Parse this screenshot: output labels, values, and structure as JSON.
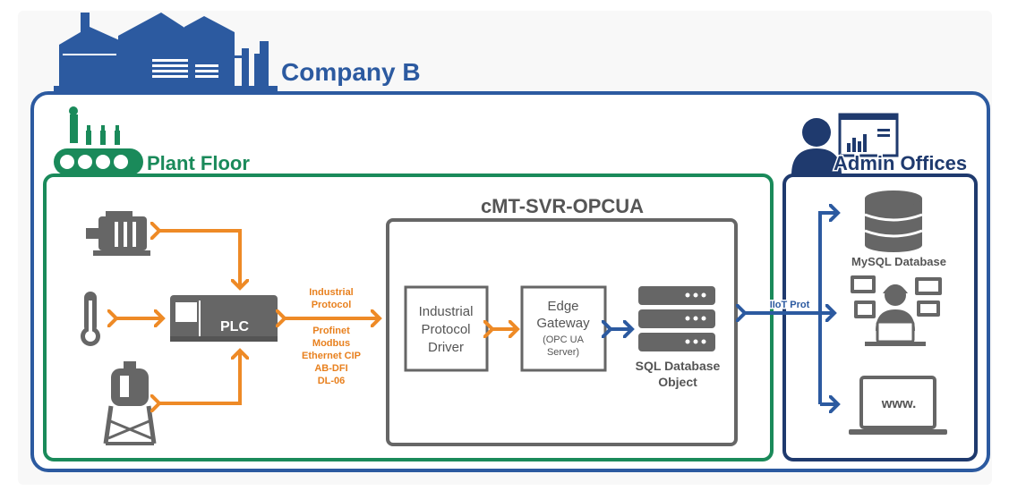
{
  "company": {
    "title": "Company B"
  },
  "plant_floor": {
    "label": "Plant Floor"
  },
  "admin_offices": {
    "label": "Admin Offices"
  },
  "plc": {
    "label": "PLC"
  },
  "industrial_protocol": {
    "heading_line1": "Industrial",
    "heading_line2": "Protocol",
    "protocols": [
      "Profinet",
      "Modbus",
      "Ethernet CIP",
      "AB-DFI",
      "DL-06"
    ]
  },
  "server": {
    "title": "cMT-SVR-OPCUA",
    "driver": {
      "line1": "Industrial",
      "line2": "Protocol",
      "line3": "Driver"
    },
    "gateway": {
      "line1": "Edge",
      "line2": "Gateway",
      "line3": "(OPC UA",
      "line4": "Server)"
    },
    "sql": {
      "line1": "SQL Database",
      "line2": "Object"
    }
  },
  "iiot": {
    "label": "IIoT Prot"
  },
  "mysql": {
    "label": "MySQL Database"
  },
  "web": {
    "label": "www."
  },
  "colors": {
    "navy": "#1f3a6e",
    "blue": "#2c5aa0",
    "green": "#1a8a5a",
    "orange": "#ee8a26",
    "gray": "#666666",
    "orange_text": "#e8801e"
  }
}
